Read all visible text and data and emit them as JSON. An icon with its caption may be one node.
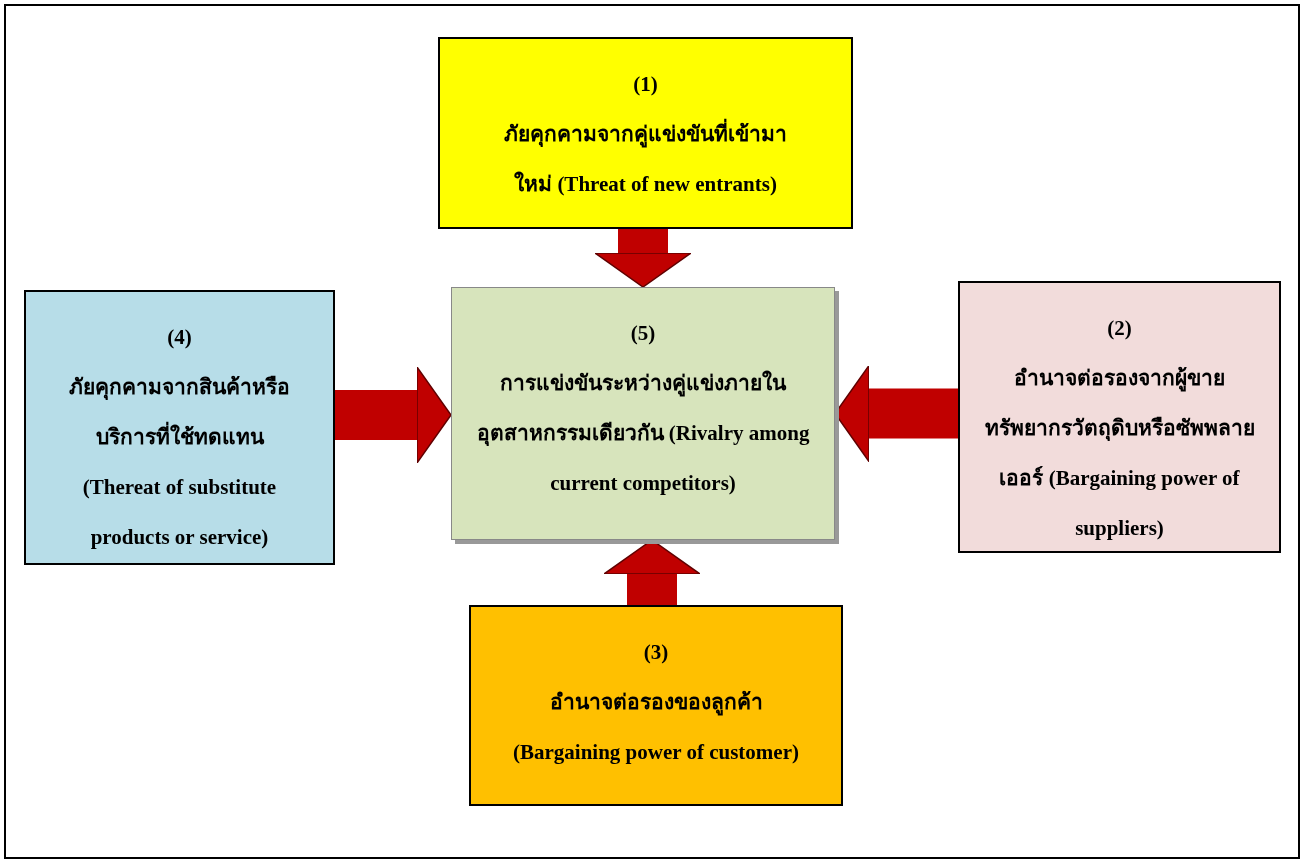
{
  "diagram": {
    "nodes": [
      {
        "text": [
          "(1)",
          "ภัยคุกคามจากคู่แข่งขันที่เข้ามาใหม่ (Threat of new entrants)"
        ]
      },
      {
        "text": [
          "(4)",
          "ภัยคุกคามจากสินค้าหรือบริการที่ใช้ทดแทน",
          "(Thereat of substitute products or service)"
        ]
      },
      {
        "text": [
          "(5)",
          "การแข่งขันระหว่างคู่แข่งภายในอุตสาหกรรมเดียวกัน (Rivalry among current competitors)"
        ]
      },
      {
        "text": [
          "(2)",
          "อำนาจต่อรองจากผู้ขายทรัพยากรวัตถุดิบหรือซัพพลายเออร์ (Bargaining power of suppliers)"
        ]
      },
      {
        "text": [
          "(3)",
          "อำนาจต่อรองของลูกค้า",
          "(Bargaining power of customer)"
        ]
      }
    ],
    "edges": [
      {
        "from": 0,
        "to": 2,
        "arrow": "to"
      },
      {
        "from": 1,
        "to": 2,
        "arrow": "to"
      },
      {
        "from": 3,
        "to": 2,
        "arrow": "to"
      },
      {
        "from": 4,
        "to": 2,
        "arrow": "to"
      }
    ]
  }
}
